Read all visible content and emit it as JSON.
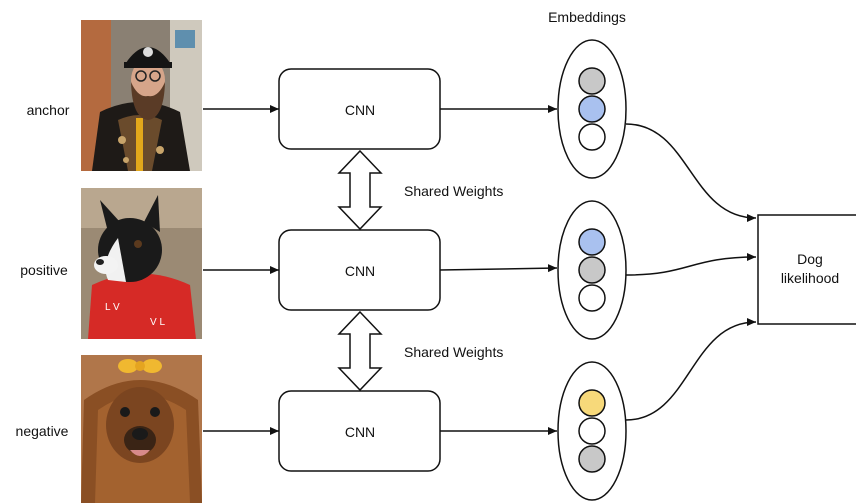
{
  "inputs": [
    {
      "label": "anchor"
    },
    {
      "label": "positive"
    },
    {
      "label": "negative"
    }
  ],
  "cnn_label": "CNN",
  "shared_weights_label": "Shared Weights",
  "embeddings_label": "Embeddings",
  "output_label_line1": "Dog",
  "output_label_line2": "likelihood",
  "colors": {
    "embedding_gray": "#c8c8c8",
    "embedding_blue": "#a9c1ef",
    "embedding_yellow": "#f7d97a",
    "embedding_white": "#ffffff",
    "stroke": "#111111"
  },
  "embeddings": [
    [
      "embedding_gray",
      "embedding_blue",
      "embedding_white"
    ],
    [
      "embedding_blue",
      "embedding_gray",
      "embedding_white"
    ],
    [
      "embedding_yellow",
      "embedding_white",
      "embedding_gray"
    ]
  ]
}
